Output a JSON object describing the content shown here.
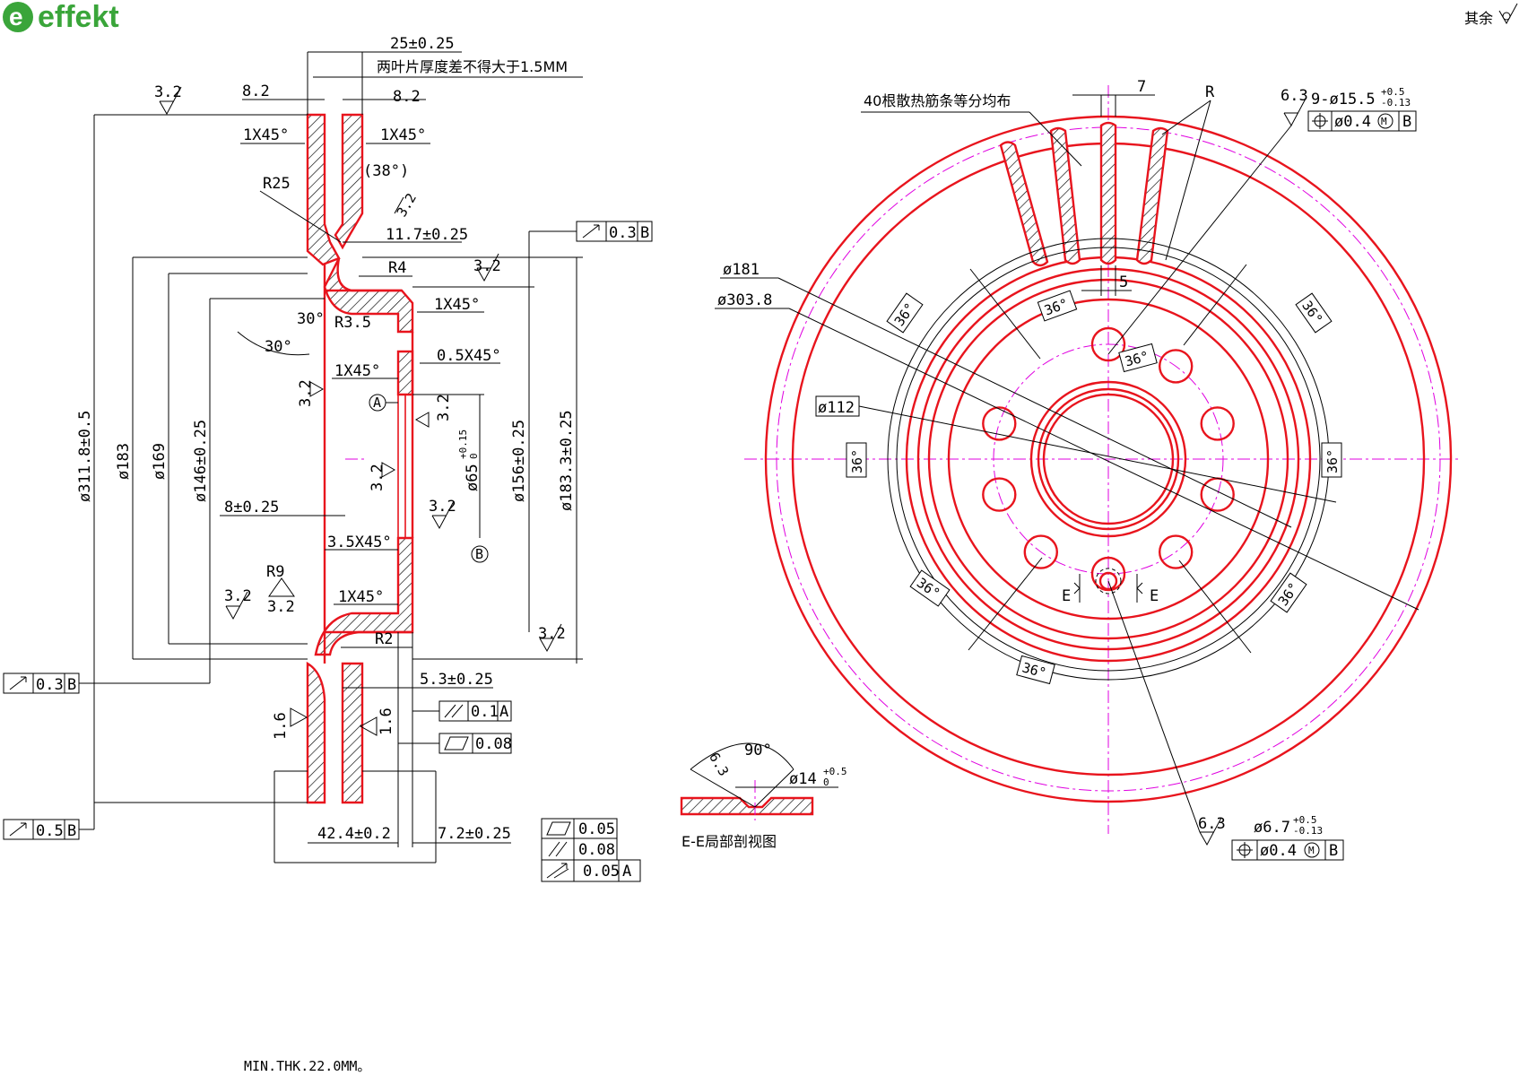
{
  "brand": {
    "name": "effekt",
    "color": "#3aa53a"
  },
  "colors": {
    "outline": "#e8141d",
    "centerline": "#e000e0",
    "dimension": "#000000"
  },
  "surface_note": "其余",
  "section": {
    "dims": {
      "width_total": "25±0.25",
      "thickness_note": "两叶片厚度差不得大于1.5MM",
      "left_plate": "8.2",
      "right_plate": "8.2",
      "chamfer_tl": "1X45°",
      "chamfer_tr": "1X45°",
      "angle_38": "(38°)",
      "r25": "R25",
      "dim_11_7": "11.7±0.25",
      "r4": "R4",
      "chamfer_hub": "1X45°",
      "angle_30a": "30°",
      "angle_30b": "30°",
      "r3_5": "R3.5",
      "chamfer_05": "0.5X45°",
      "chamfer_1x45_mid": "1X45°",
      "datum_a": "A",
      "datum_b": "B",
      "dia_65": "ø65",
      "dia_65_tol_upper": "+0.15",
      "dia_65_tol_lower": "0",
      "dia_156": "ø156±0.25",
      "dia_183_3": "ø183.3±0.25",
      "dia_311_8": "ø311.8±0.5",
      "dia_183": "ø183",
      "dia_169": "ø169",
      "dia_146": "ø146±0.25",
      "dim_8": "8±0.25",
      "chamfer_35": "3.5X45°",
      "r9": "R9",
      "chamfer_1x45_low": "1X45°",
      "r2": "R2",
      "dim_5_3": "5.3±0.25",
      "dim_42_4": "42.4±0.2",
      "dim_7_2": "7.2±0.25",
      "rough_16a": "1.6",
      "rough_16b": "1.6"
    },
    "roughness": [
      "3.2",
      "3.2",
      "3.2",
      "3.2",
      "3.2",
      "3.2",
      "3.2",
      "3.2",
      "3.2",
      "3.2"
    ],
    "fcf": {
      "runout_top": {
        "value": "0.3",
        "datum": "B"
      },
      "runout_left": {
        "value": "0.3",
        "datum": "B"
      },
      "runout_bottom": {
        "value": "0.5",
        "datum": "B"
      },
      "parallel": {
        "value": "0.1",
        "datum": "A"
      },
      "flatness": {
        "value": "0.08"
      },
      "stack": [
        {
          "value": "0.05"
        },
        {
          "value": "0.08"
        },
        {
          "value": "0.05",
          "datum": "A"
        }
      ]
    }
  },
  "front": {
    "vanes_note": "40根散热筋条等分均布",
    "dim_7": "7",
    "dim_5": "5",
    "r_label": "R",
    "dia_181": "ø181",
    "dia_303_8": "ø303.8",
    "dia_112": "ø112",
    "angles": [
      "36°",
      "36°",
      "36°",
      "36°",
      "36°",
      "36°",
      "36°",
      "36°",
      "36°"
    ],
    "section_e_left": "E",
    "section_e_right": "E",
    "holes_9": {
      "rough": "6.3",
      "spec": "9-ø15.5",
      "tol_upper": "+0.5",
      "tol_lower": "-0.13",
      "pos": "ø0.4",
      "mod": "M",
      "datum": "B"
    },
    "hole_small": {
      "rough": "6.3",
      "spec": "ø6.7",
      "tol_upper": "+0.5",
      "tol_lower": "-0.13",
      "pos": "ø0.4",
      "mod": "M",
      "datum": "B"
    }
  },
  "detail": {
    "angle": "90°",
    "rough": "6.3",
    "dia": "ø14",
    "tol_upper": "+0.5",
    "tol_lower": "0",
    "title": "E-E局部剖视图"
  },
  "footer_note": "MIN.THK.22.0MM。"
}
